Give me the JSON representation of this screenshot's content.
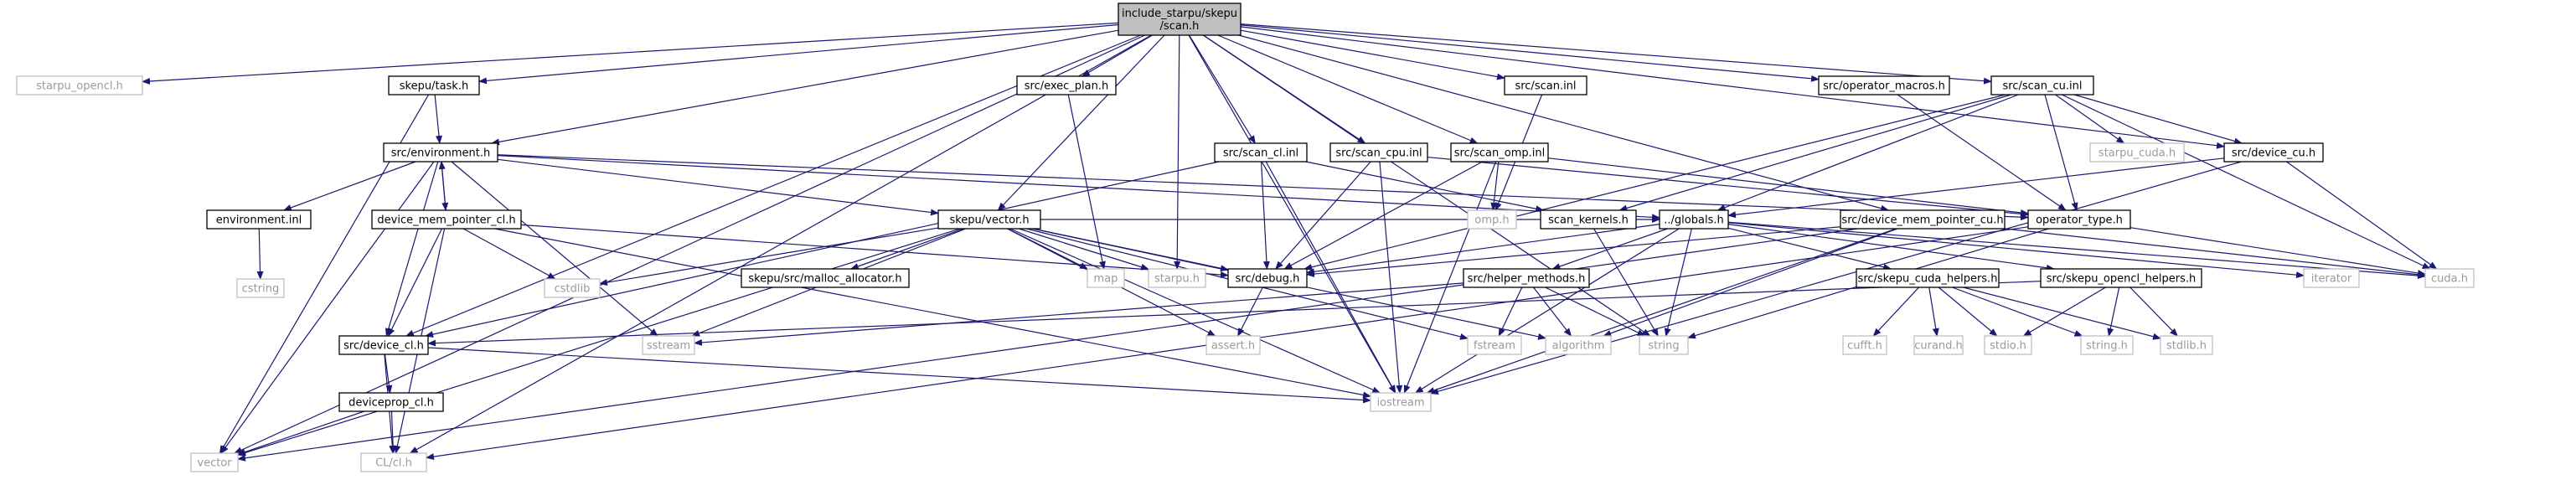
{
  "graph": {
    "root": "include_starpu/skepu/scan.h",
    "nodes": [
      {
        "id": "root",
        "label": "include_starpu/skepu\n/scan.h",
        "kind": "root"
      },
      {
        "id": "starpu_opencl",
        "label": "starpu_opencl.h",
        "kind": "missing"
      },
      {
        "id": "task_h",
        "label": "skepu/task.h",
        "kind": "file"
      },
      {
        "id": "exec_plan",
        "label": "src/exec_plan.h",
        "kind": "file"
      },
      {
        "id": "scan_inl",
        "label": "src/scan.inl",
        "kind": "file"
      },
      {
        "id": "op_macros",
        "label": "src/operator_macros.h",
        "kind": "file"
      },
      {
        "id": "scan_cu",
        "label": "src/scan_cu.inl",
        "kind": "file"
      },
      {
        "id": "env_h",
        "label": "src/environment.h",
        "kind": "file"
      },
      {
        "id": "scan_cl",
        "label": "src/scan_cl.inl",
        "kind": "file"
      },
      {
        "id": "scan_cpu",
        "label": "src/scan_cpu.inl",
        "kind": "file"
      },
      {
        "id": "scan_omp",
        "label": "src/scan_omp.inl",
        "kind": "file"
      },
      {
        "id": "starpu_cuda",
        "label": "starpu_cuda.h",
        "kind": "missing"
      },
      {
        "id": "device_cu",
        "label": "src/device_cu.h",
        "kind": "file"
      },
      {
        "id": "env_inl",
        "label": "environment.inl",
        "kind": "file"
      },
      {
        "id": "dmp_cl",
        "label": "device_mem_pointer_cl.h",
        "kind": "file"
      },
      {
        "id": "vector_h",
        "label": "skepu/vector.h",
        "kind": "file"
      },
      {
        "id": "omp_h",
        "label": "omp.h",
        "kind": "missing"
      },
      {
        "id": "scan_kernels",
        "label": "scan_kernels.h",
        "kind": "file"
      },
      {
        "id": "globals",
        "label": "../globals.h",
        "kind": "file"
      },
      {
        "id": "dmp_cu",
        "label": "src/device_mem_pointer_cu.h",
        "kind": "file"
      },
      {
        "id": "op_type",
        "label": "operator_type.h",
        "kind": "file"
      },
      {
        "id": "cstring",
        "label": "cstring",
        "kind": "missing"
      },
      {
        "id": "cstdlib",
        "label": "cstdlib",
        "kind": "missing"
      },
      {
        "id": "malloc_alloc",
        "label": "skepu/src/malloc_allocator.h",
        "kind": "file"
      },
      {
        "id": "map",
        "label": "map",
        "kind": "missing"
      },
      {
        "id": "starpu_h",
        "label": "starpu.h",
        "kind": "missing"
      },
      {
        "id": "debug_h",
        "label": "src/debug.h",
        "kind": "file"
      },
      {
        "id": "helper_methods",
        "label": "src/helper_methods.h",
        "kind": "file"
      },
      {
        "id": "cuda_helpers",
        "label": "src/skepu_cuda_helpers.h",
        "kind": "file"
      },
      {
        "id": "opencl_helpers",
        "label": "src/skepu_opencl_helpers.h",
        "kind": "file"
      },
      {
        "id": "iterator",
        "label": "iterator",
        "kind": "missing"
      },
      {
        "id": "cuda_h",
        "label": "cuda.h",
        "kind": "missing"
      },
      {
        "id": "device_cl",
        "label": "src/device_cl.h",
        "kind": "file"
      },
      {
        "id": "sstream",
        "label": "sstream",
        "kind": "missing"
      },
      {
        "id": "assert_h",
        "label": "assert.h",
        "kind": "missing"
      },
      {
        "id": "fstream",
        "label": "fstream",
        "kind": "missing"
      },
      {
        "id": "algorithm",
        "label": "algorithm",
        "kind": "missing"
      },
      {
        "id": "string",
        "label": "string",
        "kind": "missing"
      },
      {
        "id": "cufft",
        "label": "cufft.h",
        "kind": "missing"
      },
      {
        "id": "curand",
        "label": "curand.h",
        "kind": "missing"
      },
      {
        "id": "stdio",
        "label": "stdio.h",
        "kind": "missing"
      },
      {
        "id": "string_h",
        "label": "string.h",
        "kind": "missing"
      },
      {
        "id": "stdlib_h",
        "label": "stdlib.h",
        "kind": "missing"
      },
      {
        "id": "deviceprop_cl",
        "label": "deviceprop_cl.h",
        "kind": "file"
      },
      {
        "id": "iostream",
        "label": "iostream",
        "kind": "missing"
      },
      {
        "id": "vector",
        "label": "vector",
        "kind": "missing"
      },
      {
        "id": "cl_h",
        "label": "CL/cl.h",
        "kind": "missing"
      }
    ],
    "edges": [
      [
        "root",
        "starpu_opencl"
      ],
      [
        "root",
        "task_h"
      ],
      [
        "root",
        "exec_plan"
      ],
      [
        "root",
        "scan_inl"
      ],
      [
        "root",
        "op_macros"
      ],
      [
        "root",
        "scan_cu"
      ],
      [
        "root",
        "env_h"
      ],
      [
        "root",
        "scan_cl"
      ],
      [
        "root",
        "scan_cpu"
      ],
      [
        "root",
        "scan_omp"
      ],
      [
        "root",
        "device_cu"
      ],
      [
        "root",
        "vector_h"
      ],
      [
        "root",
        "starpu_h"
      ],
      [
        "root",
        "dmp_cu"
      ],
      [
        "root",
        "string"
      ],
      [
        "root",
        "iostream"
      ],
      [
        "root",
        "vector"
      ],
      [
        "root",
        "cl_h"
      ],
      [
        "root",
        "device_cl"
      ],
      [
        "task_h",
        "env_h"
      ],
      [
        "task_h",
        "vector"
      ],
      [
        "exec_plan",
        "map"
      ],
      [
        "scan_inl",
        "omp_h"
      ],
      [
        "op_macros",
        "op_type"
      ],
      [
        "scan_cu",
        "scan_kernels"
      ],
      [
        "scan_cu",
        "starpu_cuda"
      ],
      [
        "scan_cu",
        "device_cu"
      ],
      [
        "scan_cu",
        "op_type"
      ],
      [
        "scan_cu",
        "globals"
      ],
      [
        "scan_cu",
        "debug_h"
      ],
      [
        "scan_cu",
        "cuda_h"
      ],
      [
        "env_h",
        "env_inl"
      ],
      [
        "env_h",
        "dmp_cl"
      ],
      [
        "env_h",
        "vector_h"
      ],
      [
        "env_h",
        "globals"
      ],
      [
        "env_h",
        "op_type"
      ],
      [
        "env_h",
        "device_cl"
      ],
      [
        "env_h",
        "sstream"
      ],
      [
        "env_h",
        "vector"
      ],
      [
        "scan_cl",
        "scan_kernels"
      ],
      [
        "scan_cl",
        "debug_h"
      ],
      [
        "scan_cl",
        "device_cl"
      ],
      [
        "scan_cl",
        "iostream"
      ],
      [
        "scan_cpu",
        "debug_h"
      ],
      [
        "scan_cpu",
        "op_type"
      ],
      [
        "scan_cpu",
        "iostream"
      ],
      [
        "scan_omp",
        "omp_h"
      ],
      [
        "scan_omp",
        "debug_h"
      ],
      [
        "scan_omp",
        "op_type"
      ],
      [
        "scan_omp",
        "iostream"
      ],
      [
        "device_cu",
        "globals"
      ],
      [
        "device_cu",
        "cuda_h"
      ],
      [
        "device_cu",
        "iostream"
      ],
      [
        "env_inl",
        "cstring"
      ],
      [
        "dmp_cl",
        "env_h"
      ],
      [
        "dmp_cl",
        "cstdlib"
      ],
      [
        "dmp_cl",
        "device_cl"
      ],
      [
        "dmp_cl",
        "cl_h"
      ],
      [
        "dmp_cl",
        "debug_h"
      ],
      [
        "dmp_cl",
        "iostream"
      ],
      [
        "vector_h",
        "malloc_alloc"
      ],
      [
        "vector_h",
        "map"
      ],
      [
        "vector_h",
        "starpu_h"
      ],
      [
        "vector_h",
        "debug_h"
      ],
      [
        "vector_h",
        "cstdlib"
      ],
      [
        "vector_h",
        "sstream"
      ],
      [
        "vector_h",
        "assert_h"
      ],
      [
        "vector_h",
        "fstream"
      ],
      [
        "vector_h",
        "algorithm"
      ],
      [
        "vector_h",
        "iostream"
      ],
      [
        "vector_h",
        "vector"
      ],
      [
        "vector_h",
        "globals"
      ],
      [
        "scan_kernels",
        "string"
      ],
      [
        "globals",
        "helper_methods"
      ],
      [
        "globals",
        "cuda_helpers"
      ],
      [
        "globals",
        "opencl_helpers"
      ],
      [
        "globals",
        "iterator"
      ],
      [
        "globals",
        "cuda_h"
      ],
      [
        "globals",
        "string"
      ],
      [
        "globals",
        "iostream"
      ],
      [
        "globals",
        "debug_h"
      ],
      [
        "dmp_cu",
        "debug_h"
      ],
      [
        "dmp_cu",
        "algorithm"
      ],
      [
        "dmp_cu",
        "cuda_h"
      ],
      [
        "dmp_cu",
        "vector"
      ],
      [
        "dmp_cu",
        "iostream"
      ],
      [
        "op_type",
        "string"
      ],
      [
        "op_type",
        "cl_h"
      ],
      [
        "op_type",
        "cuda_h"
      ],
      [
        "debug_h",
        "assert_h"
      ],
      [
        "helper_methods",
        "sstream"
      ],
      [
        "helper_methods",
        "fstream"
      ],
      [
        "helper_methods",
        "algorithm"
      ],
      [
        "helper_methods",
        "string"
      ],
      [
        "cuda_helpers",
        "cufft"
      ],
      [
        "cuda_helpers",
        "curand"
      ],
      [
        "cuda_helpers",
        "stdio"
      ],
      [
        "cuda_helpers",
        "string_h"
      ],
      [
        "cuda_helpers",
        "stdlib_h"
      ],
      [
        "opencl_helpers",
        "device_cl"
      ],
      [
        "opencl_helpers",
        "stdio"
      ],
      [
        "opencl_helpers",
        "string_h"
      ],
      [
        "opencl_helpers",
        "stdlib_h"
      ],
      [
        "device_cl",
        "deviceprop_cl"
      ],
      [
        "device_cl",
        "cl_h"
      ],
      [
        "device_cl",
        "iostream"
      ],
      [
        "deviceprop_cl",
        "vector"
      ],
      [
        "deviceprop_cl",
        "cl_h"
      ]
    ]
  }
}
